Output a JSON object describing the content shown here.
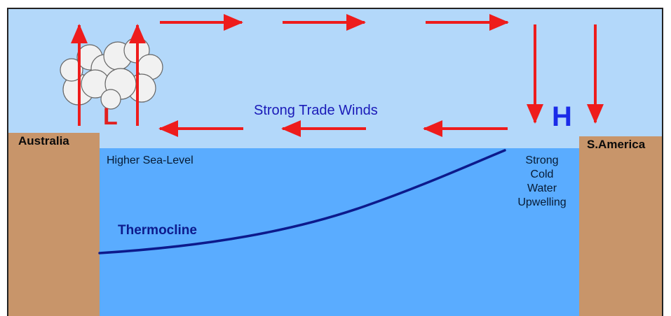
{
  "labels": {
    "left_landmass": "Australia",
    "right_landmass": "S.America",
    "sea_level": "Higher Sea-Level",
    "winds": "Strong Trade Winds",
    "thermocline": "Thermocline",
    "upwelling": [
      "Strong",
      "Cold",
      "Water",
      "Upwelling"
    ],
    "high_pressure": "H",
    "low_pressure": "L"
  },
  "colors": {
    "sky": "#b3d8fa",
    "ocean": "#5aacff",
    "land": "#c8956a",
    "arrow": "#ee1c1c",
    "thermocline": "#0d1a8c",
    "high": "#1a2be8",
    "low": "#e02020",
    "cloud": "#efefef"
  }
}
